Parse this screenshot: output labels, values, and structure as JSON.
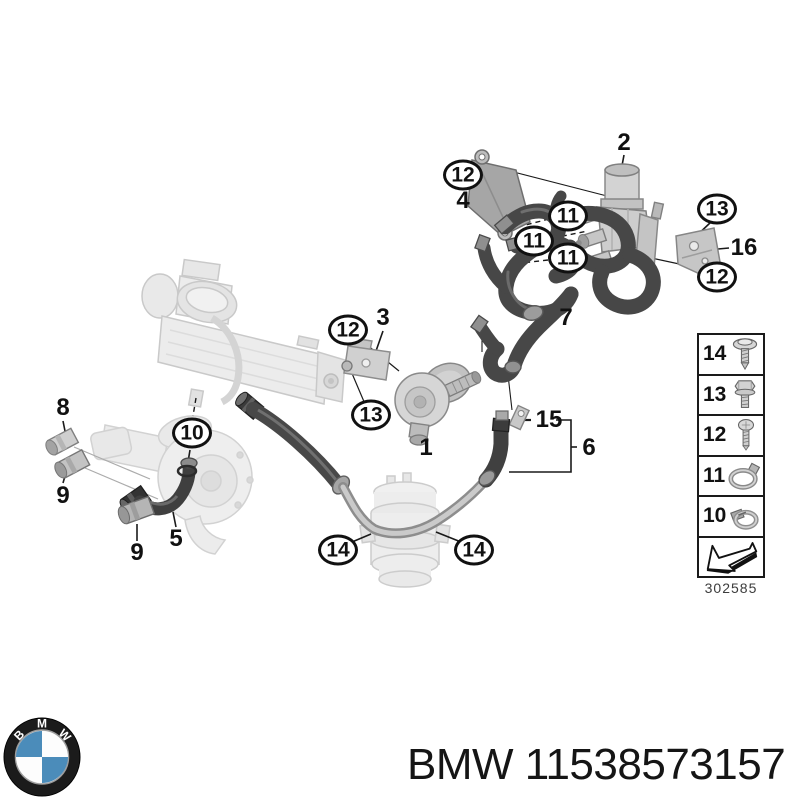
{
  "diagram": {
    "callouts": [
      {
        "label": "2",
        "circled": false
      },
      {
        "label": "4",
        "circled": false
      },
      {
        "label": "12",
        "circled": true
      },
      {
        "label": "11",
        "circled": true
      },
      {
        "label": "11",
        "circled": true
      },
      {
        "label": "11",
        "circled": true
      },
      {
        "label": "13",
        "circled": true
      },
      {
        "label": "16",
        "circled": false
      },
      {
        "label": "12",
        "circled": true
      },
      {
        "label": "7",
        "circled": false
      },
      {
        "label": "3",
        "circled": false
      },
      {
        "label": "12",
        "circled": true
      },
      {
        "label": "13",
        "circled": true
      },
      {
        "label": "1",
        "circled": false
      },
      {
        "label": "15",
        "circled": false
      },
      {
        "label": "6",
        "circled": false
      },
      {
        "label": "8",
        "circled": false
      },
      {
        "label": "9",
        "circled": false
      },
      {
        "label": "10",
        "circled": true
      },
      {
        "label": "9",
        "circled": false
      },
      {
        "label": "5",
        "circled": false
      },
      {
        "label": "14",
        "circled": true
      },
      {
        "label": "14",
        "circled": true
      }
    ],
    "legend": {
      "rows": [
        {
          "label": "14",
          "icon": "washer-screw-icon"
        },
        {
          "label": "13",
          "icon": "flange-bolt-icon"
        },
        {
          "label": "12",
          "icon": "screw-icon"
        },
        {
          "label": "11",
          "icon": "hose-clamp-icon"
        },
        {
          "label": "10",
          "icon": "spring-clamp-icon"
        }
      ],
      "arrow_icon": "direction-arrow-icon",
      "diagram_number": "302585"
    }
  },
  "footer": {
    "part_number": "BMW 11538573157",
    "logo": {
      "letters": [
        "B",
        "M",
        "W"
      ],
      "blue": "#4b8cba",
      "name": "bmw-roundel"
    }
  },
  "colors": {
    "background": "#ffffff",
    "hose_dark": "#474747",
    "metal_pipe": "#c8c8c8",
    "ghost_part": "#ececec",
    "text": "#111111",
    "brand_blue": "#4b8cba"
  }
}
